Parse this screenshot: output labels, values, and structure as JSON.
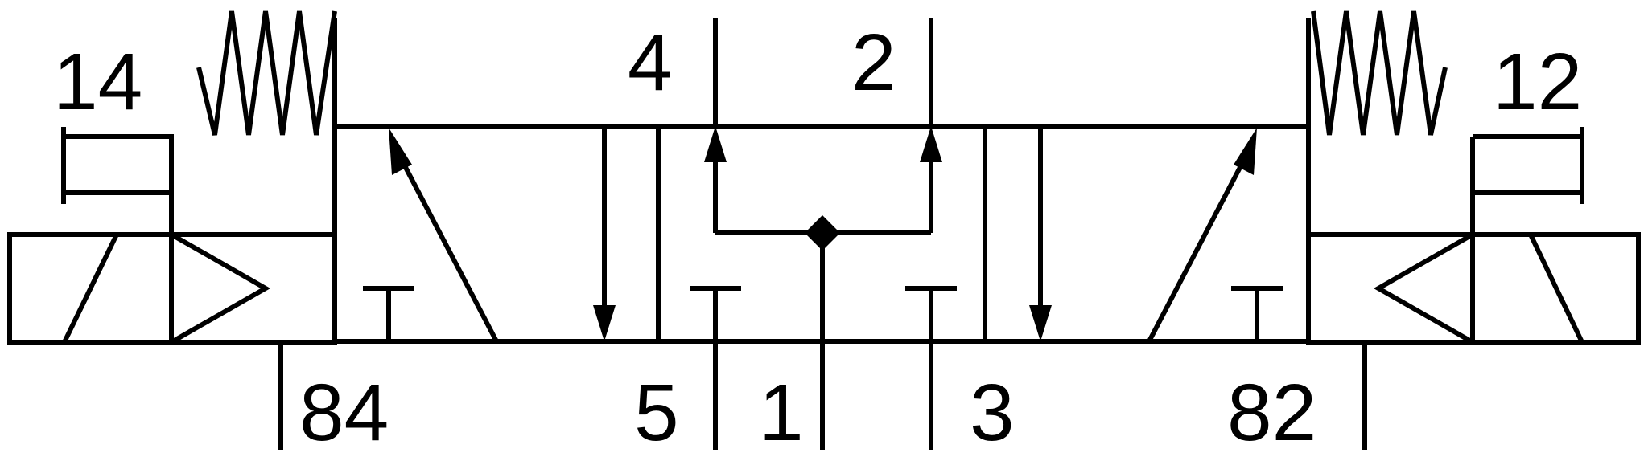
{
  "symbol": {
    "ports": {
      "pilot_left": "14",
      "pilot_right": "12",
      "output_a": "4",
      "output_b": "2",
      "exhaust_a": "5",
      "supply": "1",
      "exhaust_b": "3",
      "pilot_exhaust_left": "84",
      "pilot_exhaust_right": "82"
    }
  },
  "colors": {
    "stroke": "#000000",
    "background": "#ffffff"
  }
}
